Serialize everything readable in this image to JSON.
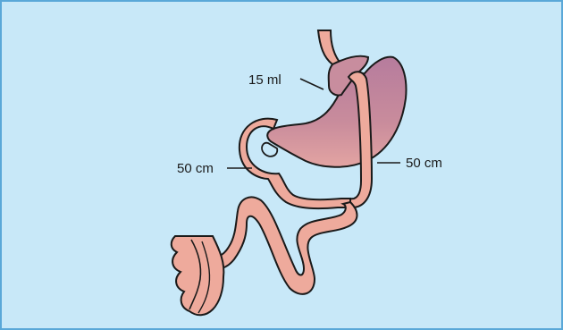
{
  "labels": {
    "pouch_volume": "15 ml",
    "left_limb_length": "50 cm",
    "right_limb_length": "50 cm"
  },
  "colors": {
    "background": "#c8e8f8",
    "border": "#5aa8d8",
    "intestine": "#eeaa9c",
    "stomach_top": "#b87e9c",
    "stomach_bottom": "#e0a0a0",
    "outline": "#1a1a1a"
  }
}
